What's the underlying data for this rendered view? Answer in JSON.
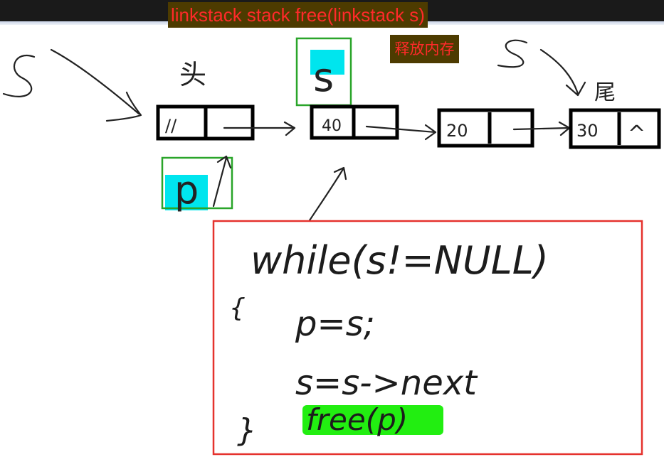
{
  "header": {
    "title": "linkstack stack  free(linkstack s)",
    "subtitle": "释放内存"
  },
  "diagram": {
    "top_label": "头",
    "tail_label": "尾",
    "pointer_s": "s",
    "pointer_p": "p",
    "nodes": [
      {
        "data": "//"
      },
      {
        "data": "40"
      },
      {
        "data": "20"
      },
      {
        "data": "30"
      }
    ],
    "null_mark": "^"
  },
  "code": {
    "lines": [
      "while(s!=NULL)",
      "{",
      "p=s;",
      "s=s->next",
      "free(p)",
      "}"
    ]
  },
  "colors": {
    "title_bg": "#4d3b00",
    "title_text": "#ff2a2a",
    "highlight_cyan": "#00e5ee",
    "highlight_green": "#22ee11",
    "box_green": "#2aa52a",
    "box_red": "#e5322d"
  }
}
